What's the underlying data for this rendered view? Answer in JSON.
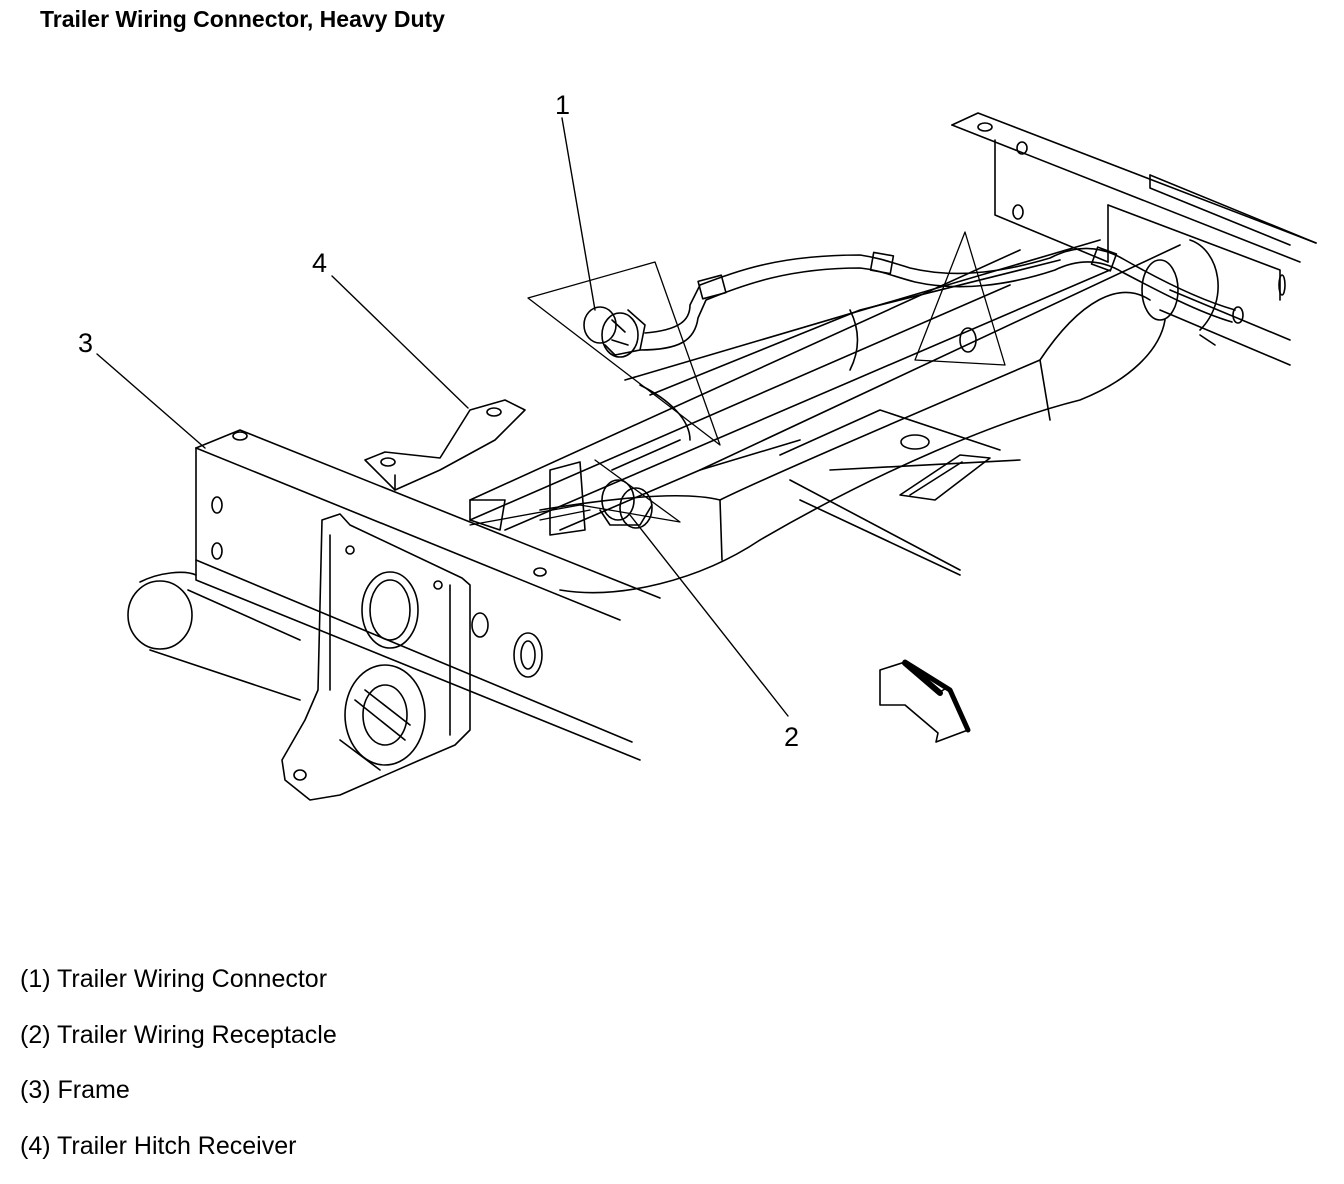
{
  "title": "Trailer Wiring Connector, Heavy Duty",
  "callouts": [
    {
      "id": "1",
      "label": "1"
    },
    {
      "id": "2",
      "label": "2"
    },
    {
      "id": "3",
      "label": "3"
    },
    {
      "id": "4",
      "label": "4"
    }
  ],
  "legend": [
    {
      "text": "(1) Trailer Wiring Connector"
    },
    {
      "text": "(2) Trailer Wiring Receptacle"
    },
    {
      "text": "(3) Frame"
    },
    {
      "text": "(4) Trailer Hitch Receiver"
    }
  ]
}
